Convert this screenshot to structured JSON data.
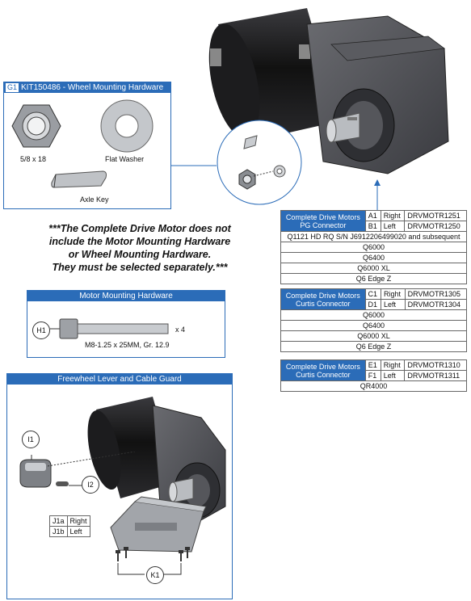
{
  "wheel_hw": {
    "tag": "G1",
    "title": "KIT150486 - Wheel Mounting Hardware",
    "nut_label": "5/8 x 18",
    "washer_label": "Flat Washer",
    "key_label": "Axle Key"
  },
  "notice": {
    "line1": "***The Complete Drive Motor does not",
    "line2": "include the Motor Mounting Hardware",
    "line3": "or Wheel Mounting Hardware.",
    "line4": "They must be selected separately.***"
  },
  "motor_hw": {
    "title": "Motor Mounting Hardware",
    "callout": "H1",
    "qty": "x 4",
    "spec": "M8-1.25 x 25MM, Gr. 12.9"
  },
  "freewheel": {
    "title": "Freewheel Lever and Cable Guard",
    "callout_i1": "I1",
    "callout_i2": "I2",
    "callout_k1": "K1",
    "j_rows": [
      {
        "code": "J1a",
        "side": "Right"
      },
      {
        "code": "J1b",
        "side": "Left"
      }
    ]
  },
  "tables": {
    "pg": {
      "header_line1": "Complete Drive Motors",
      "header_line2": "PG Connector",
      "rows": [
        {
          "code": "A1",
          "side": "Right",
          "part": "DRVMOTR1251"
        },
        {
          "code": "B1",
          "side": "Left",
          "part": "DRVMOTR1250"
        }
      ],
      "models": [
        "Q1121 HD RQ S/N J6912206499020 and subsequent",
        "Q6000",
        "Q6400",
        "Q6000 XL",
        "Q6 Edge Z"
      ]
    },
    "curtis1": {
      "header_line1": "Complete Drive Motors",
      "header_line2": "Curtis Connector",
      "rows": [
        {
          "code": "C1",
          "side": "Right",
          "part": "DRVMOTR1305"
        },
        {
          "code": "D1",
          "side": "Left",
          "part": "DRVMOTR1304"
        }
      ],
      "models": [
        "Q6000",
        "Q6400",
        "Q6000 XL",
        "Q6 Edge Z"
      ]
    },
    "curtis2": {
      "header_line1": "Complete Drive Motors",
      "header_line2": "Curtis Connector",
      "rows": [
        {
          "code": "E1",
          "side": "Right",
          "part": "DRVMOTR1310"
        },
        {
          "code": "F1",
          "side": "Left",
          "part": "DRVMOTR1311"
        }
      ],
      "models": [
        "QR4000"
      ]
    }
  },
  "colors": {
    "accent": "#2b6cb8",
    "motor_dark": "#1c1c1e",
    "housing": "#4a4b50"
  }
}
